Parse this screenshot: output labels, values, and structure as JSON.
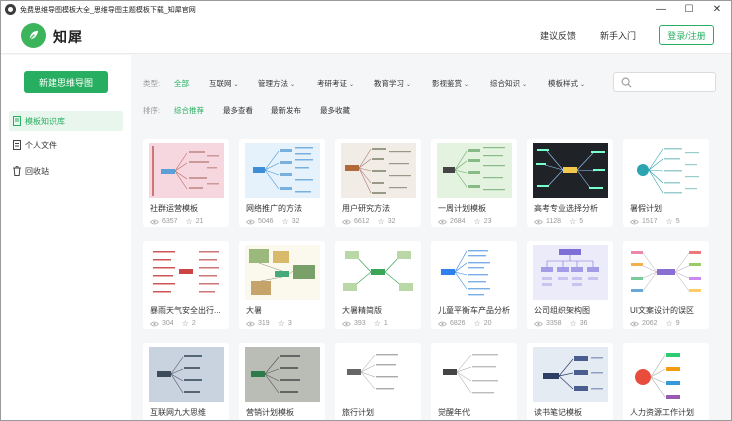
{
  "window": {
    "title": "免费思维导图模板大全_思维导图主题模板下载_知犀官网",
    "controls": [
      "—",
      "☐",
      "✕"
    ]
  },
  "header": {
    "brand": "知犀",
    "feedback": "建议反馈",
    "guide": "新手入门",
    "login": "登录/注册"
  },
  "sidebar": {
    "new_button": "新建思维导图",
    "items": [
      {
        "label": "模板知识库",
        "icon": "library-icon",
        "active": true
      },
      {
        "label": "个人文件",
        "icon": "file-icon",
        "active": false
      },
      {
        "label": "回收站",
        "icon": "trash-icon",
        "active": false
      }
    ]
  },
  "filters": {
    "type_label": "类型:",
    "types": [
      "全部",
      "互联网",
      "管理方法",
      "考研考证",
      "教育学习",
      "影视鉴赏",
      "综合知识",
      "模板样式"
    ],
    "sort_label": "排序:",
    "sorts": [
      "综合推荐",
      "最多查看",
      "最新发布",
      "最多收藏"
    ]
  },
  "colors": {
    "accent": "#27ae60"
  },
  "cards": [
    {
      "title": "社群运营模板",
      "views": "6357",
      "stars": "21",
      "thumb_bg": "#f7d7df",
      "thumb_style": "pink"
    },
    {
      "title": "网络推广的方法",
      "views": "5046",
      "stars": "32",
      "thumb_bg": "#e6f2fb",
      "thumb_style": "blue"
    },
    {
      "title": "用户研究方法",
      "views": "6612",
      "stars": "32",
      "thumb_bg": "#f1ece5",
      "thumb_style": "beige"
    },
    {
      "title": "一周计划模板",
      "views": "2684",
      "stars": "23",
      "thumb_bg": "#e4f3df",
      "thumb_style": "green"
    },
    {
      "title": "高考专业选择分析",
      "views": "1128",
      "stars": "5",
      "thumb_bg": "#1f2226",
      "thumb_style": "dark"
    },
    {
      "title": "暑假计划",
      "views": "1517",
      "stars": "5",
      "thumb_bg": "#ffffff",
      "thumb_style": "teal"
    },
    {
      "title": "暴雨天气安全出行...",
      "views": "304",
      "stars": "2",
      "thumb_bg": "#ffffff",
      "thumb_style": "redlines"
    },
    {
      "title": "大暑",
      "views": "319",
      "stars": "3",
      "thumb_bg": "#fbf8ee",
      "thumb_style": "photo"
    },
    {
      "title": "大暑精简版",
      "views": "393",
      "stars": "1",
      "thumb_bg": "#ffffff",
      "thumb_style": "greenbranch"
    },
    {
      "title": "儿童平衡车产品分析",
      "views": "6826",
      "stars": "20",
      "thumb_bg": "#ffffff",
      "thumb_style": "bluelines"
    },
    {
      "title": "公司组织架构图",
      "views": "3358",
      "stars": "36",
      "thumb_bg": "#ecebfa",
      "thumb_style": "purple"
    },
    {
      "title": "UI文案设计的误区",
      "views": "2062",
      "stars": "9",
      "thumb_bg": "#ffffff",
      "thumb_style": "multicolor"
    },
    {
      "title": "互联网九大思维",
      "views": "",
      "stars": "",
      "thumb_bg": "#c8d3df",
      "thumb_style": "slate"
    },
    {
      "title": "营销计划模板",
      "views": "",
      "stars": "",
      "thumb_bg": "#b9bdb5",
      "thumb_style": "grey"
    },
    {
      "title": "旅行计划",
      "views": "",
      "stars": "",
      "thumb_bg": "#ffffff",
      "thumb_style": "sparse"
    },
    {
      "title": "觉醒年代",
      "views": "",
      "stars": "",
      "thumb_bg": "#ffffff",
      "thumb_style": "sparse2"
    },
    {
      "title": "读书笔记模板",
      "views": "",
      "stars": "",
      "thumb_bg": "#e5ebf3",
      "thumb_style": "navy"
    },
    {
      "title": "人力资源工作计划",
      "views": "",
      "stars": "",
      "thumb_bg": "#ffffff",
      "thumb_style": "hr"
    }
  ]
}
